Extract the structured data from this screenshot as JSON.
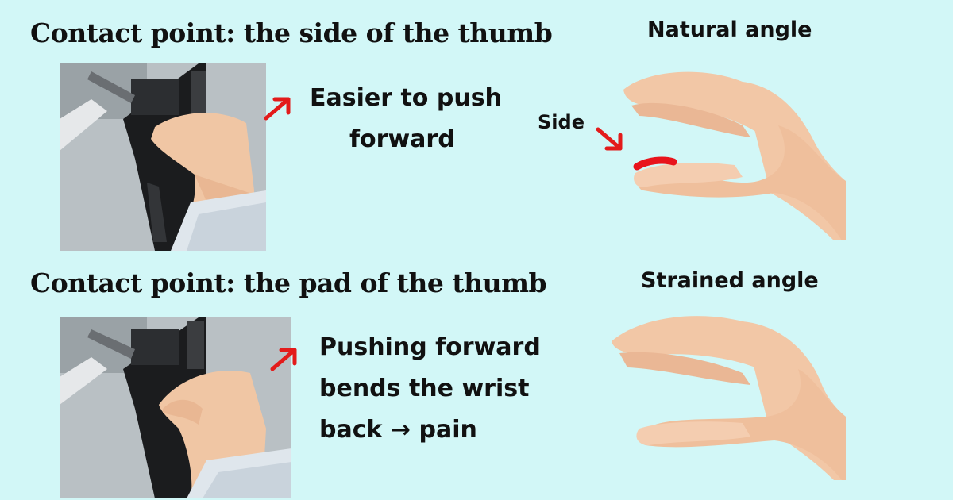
{
  "top": {
    "heading": "Contact point: the side of the thumb",
    "angle_label": "Natural angle",
    "caption_lines": [
      "Easier to push",
      "forward"
    ],
    "side_label": "Side",
    "highlight_color": "#e8141c"
  },
  "bottom": {
    "heading": "Contact point: the pad of the thumb",
    "angle_label": "Strained angle",
    "caption_lines": [
      "Pushing forward",
      "bends the wrist",
      "back → pain"
    ]
  },
  "colors": {
    "background": "#d2f7f7",
    "arrow": "#e31b1b"
  },
  "icons": [
    "arrow-up-right-icon",
    "arrow-down-right-icon"
  ]
}
